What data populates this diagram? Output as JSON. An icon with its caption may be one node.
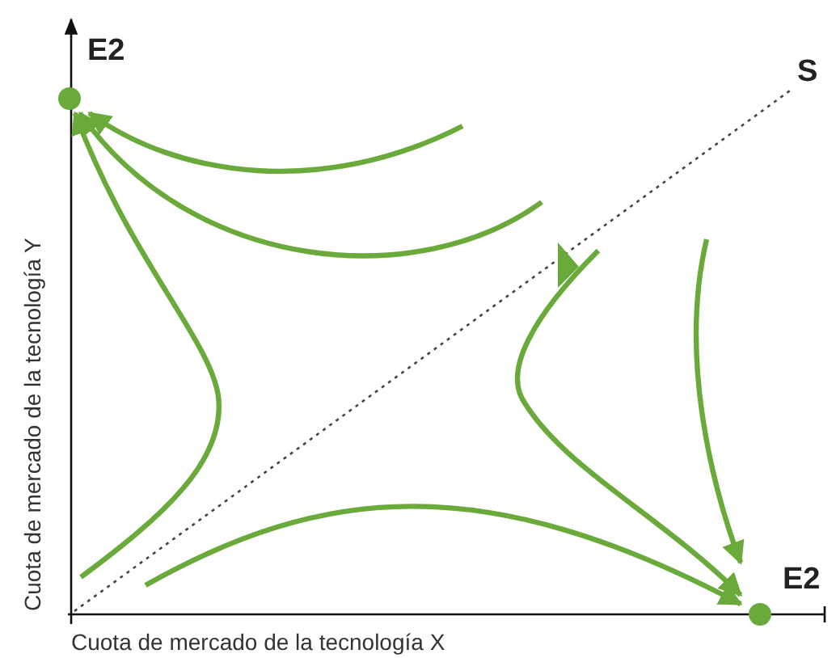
{
  "diagram": {
    "nodes": [
      {
        "text": [
          "E2"
        ]
      },
      {
        "text": [
          "E2"
        ]
      }
    ],
    "edges": [
      {
        "from": null,
        "to": 0,
        "arrow": "to"
      },
      {
        "from": null,
        "to": 0,
        "arrow": "to"
      },
      {
        "from": null,
        "to": 0,
        "arrow": "to"
      },
      {
        "from": null,
        "to": 1,
        "arrow": "to"
      },
      {
        "from": null,
        "to": 1,
        "arrow": "to"
      },
      {
        "from": null,
        "to": 1,
        "arrow": "to"
      }
    ],
    "labels": [
      "S",
      "Cuota de mercado de la tecnología Y",
      "Cuota de mercado de la tecnología X"
    ]
  }
}
